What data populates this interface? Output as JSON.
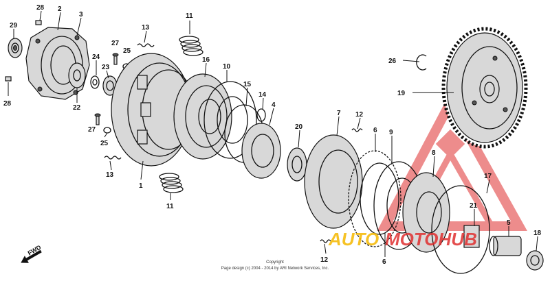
{
  "diagram": {
    "forward_label": "FWD",
    "copyright_line1": "Copyright",
    "copyright_line2": "Page design (c) 2004 - 2014 by ARI Network Services, Inc.",
    "watermark_text_1": "AUTO",
    "watermark_text_2": "MOTOHUB",
    "watermark_color": "#e03030",
    "watermark_accent": "#f5b800",
    "callouts": [
      {
        "id": "c1",
        "label": "1"
      },
      {
        "id": "c2",
        "label": "2"
      },
      {
        "id": "c3",
        "label": "3"
      },
      {
        "id": "c4",
        "label": "4"
      },
      {
        "id": "c5",
        "label": "5"
      },
      {
        "id": "c6a",
        "label": "6"
      },
      {
        "id": "c6b",
        "label": "6"
      },
      {
        "id": "c7",
        "label": "7"
      },
      {
        "id": "c8",
        "label": "8"
      },
      {
        "id": "c9",
        "label": "9"
      },
      {
        "id": "c10",
        "label": "10"
      },
      {
        "id": "c11a",
        "label": "11"
      },
      {
        "id": "c11b",
        "label": "11"
      },
      {
        "id": "c12a",
        "label": "12"
      },
      {
        "id": "c12b",
        "label": "12"
      },
      {
        "id": "c13a",
        "label": "13"
      },
      {
        "id": "c13b",
        "label": "13"
      },
      {
        "id": "c14",
        "label": "14"
      },
      {
        "id": "c15",
        "label": "15"
      },
      {
        "id": "c16",
        "label": "16"
      },
      {
        "id": "c17",
        "label": "17"
      },
      {
        "id": "c18",
        "label": "18"
      },
      {
        "id": "c19",
        "label": "19"
      },
      {
        "id": "c20",
        "label": "20"
      },
      {
        "id": "c21",
        "label": "21"
      },
      {
        "id": "c22",
        "label": "22"
      },
      {
        "id": "c23",
        "label": "23"
      },
      {
        "id": "c24",
        "label": "24"
      },
      {
        "id": "c25a",
        "label": "25"
      },
      {
        "id": "c25b",
        "label": "25"
      },
      {
        "id": "c26",
        "label": "26"
      },
      {
        "id": "c27a",
        "label": "27"
      },
      {
        "id": "c27b",
        "label": "27"
      },
      {
        "id": "c28a",
        "label": "28"
      },
      {
        "id": "c28b",
        "label": "28"
      },
      {
        "id": "c29",
        "label": "29"
      }
    ]
  }
}
